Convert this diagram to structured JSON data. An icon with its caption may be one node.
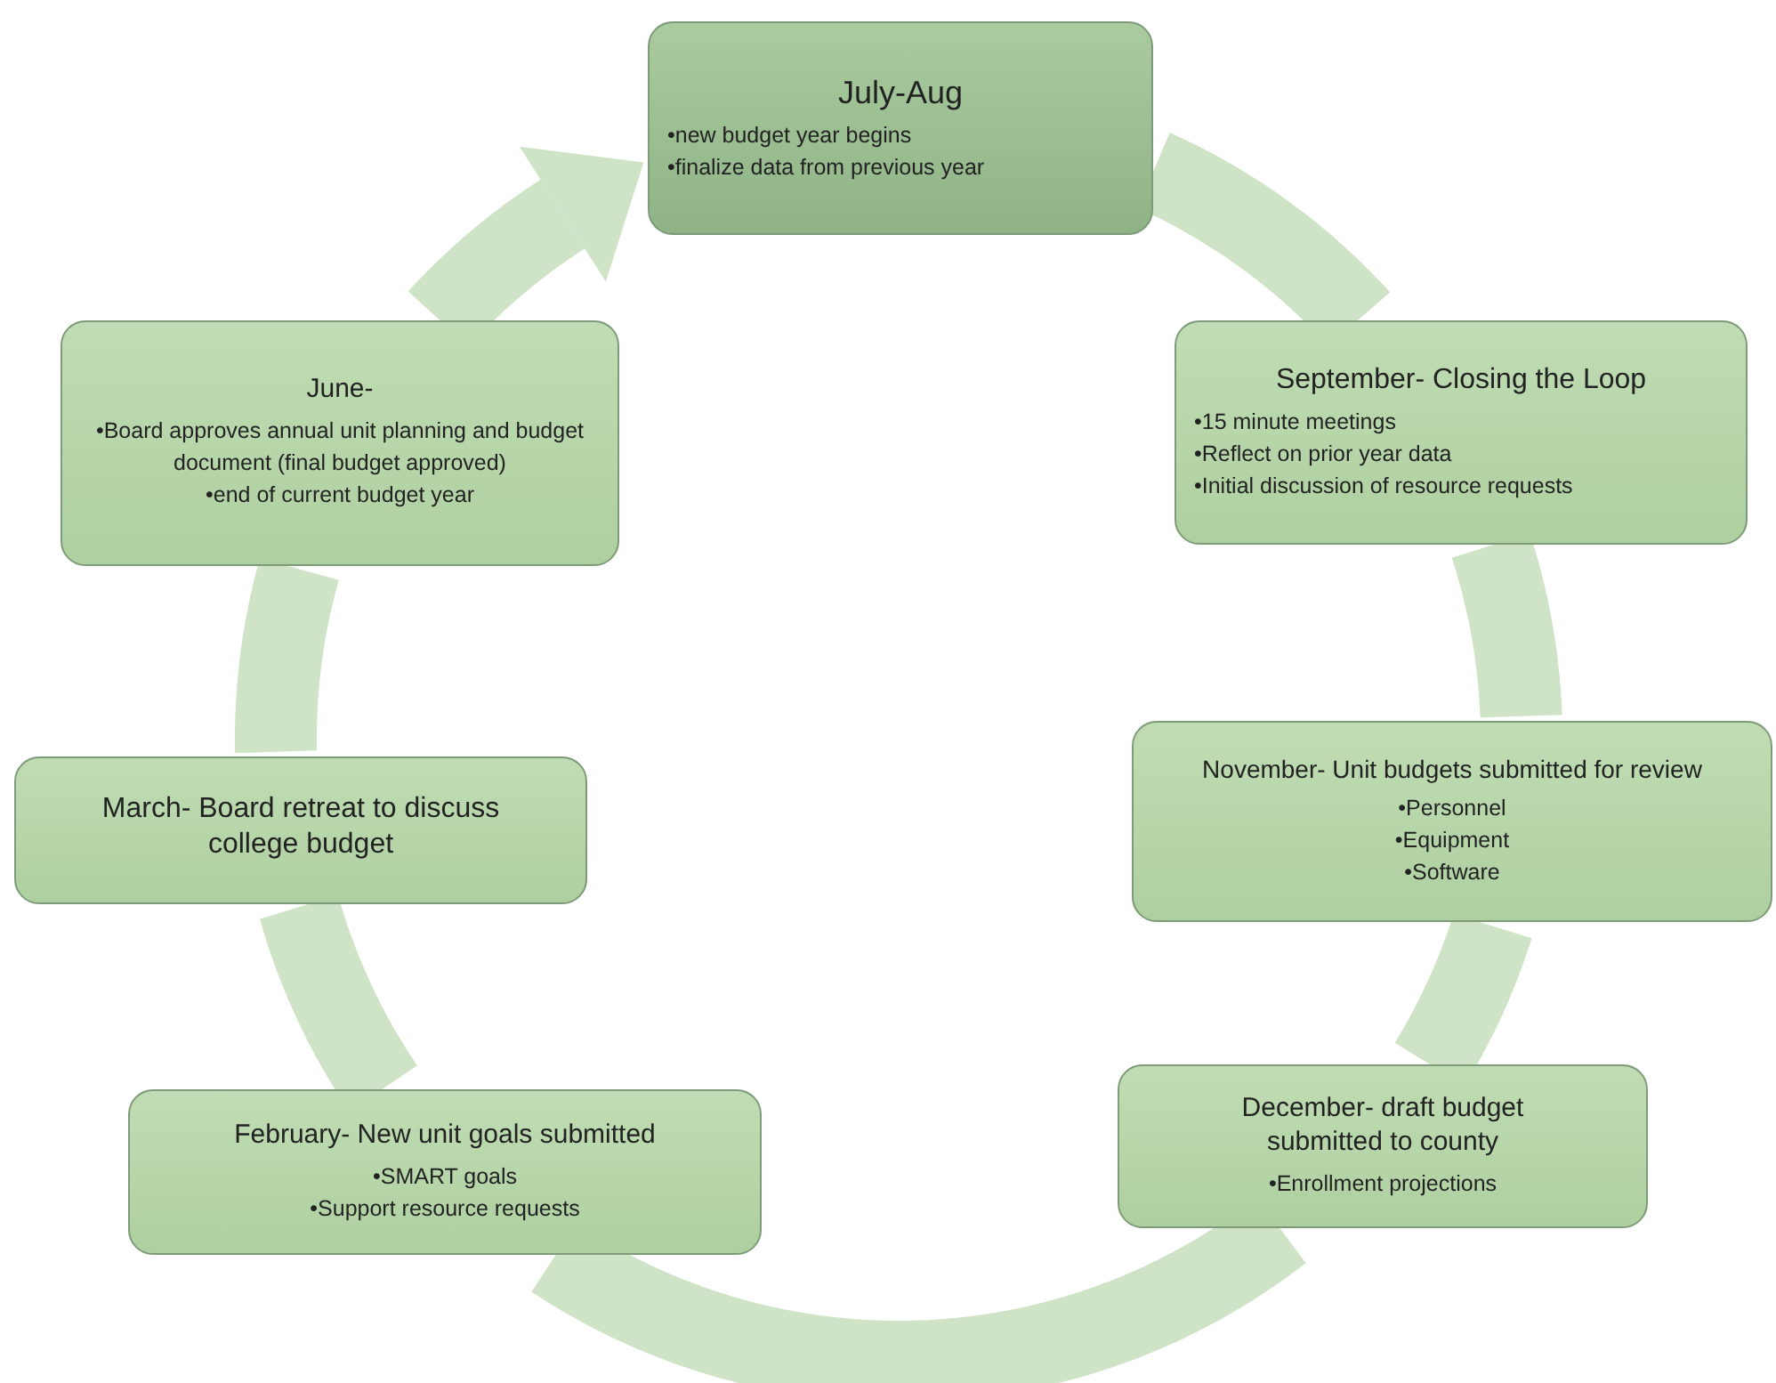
{
  "diagram": {
    "nodes": [
      {
        "text": [
          "July-Aug",
          "•new budget  year begins",
          "•finalize data from previous year"
        ]
      },
      {
        "text": [
          "September-  Closing the Loop",
          "•15 minute meetings",
          "•Reflect on prior year data",
          "•Initial discussion of resource requests"
        ]
      },
      {
        "text": [
          "November-  Unit budgets  submitted  for review",
          "•Personnel",
          "•Equipment",
          "•Software"
        ]
      },
      {
        "text": [
          "December- draft budget submitted to county",
          "•Enrollment projections"
        ]
      },
      {
        "text": [
          "February- New unit goals submitted",
          "•SMART  goals",
          "•Support resource requests"
        ]
      },
      {
        "text": [
          "March- Board retreat to discuss college budget"
        ]
      },
      {
        "text": [
          "June-",
          "•Board approves annual unit planning and budget  document (final budget approved)",
          "•end  of current budget year"
        ]
      }
    ],
    "edges": [
      {
        "from": 0,
        "to": 1,
        "arrow": "none"
      },
      {
        "from": 1,
        "to": 2,
        "arrow": "none"
      },
      {
        "from": 2,
        "to": 3,
        "arrow": "none"
      },
      {
        "from": 3,
        "to": 4,
        "arrow": "none"
      },
      {
        "from": 4,
        "to": 5,
        "arrow": "none"
      },
      {
        "from": 5,
        "to": 6,
        "arrow": "none"
      },
      {
        "from": 6,
        "to": 0,
        "arrow": "to"
      }
    ]
  }
}
